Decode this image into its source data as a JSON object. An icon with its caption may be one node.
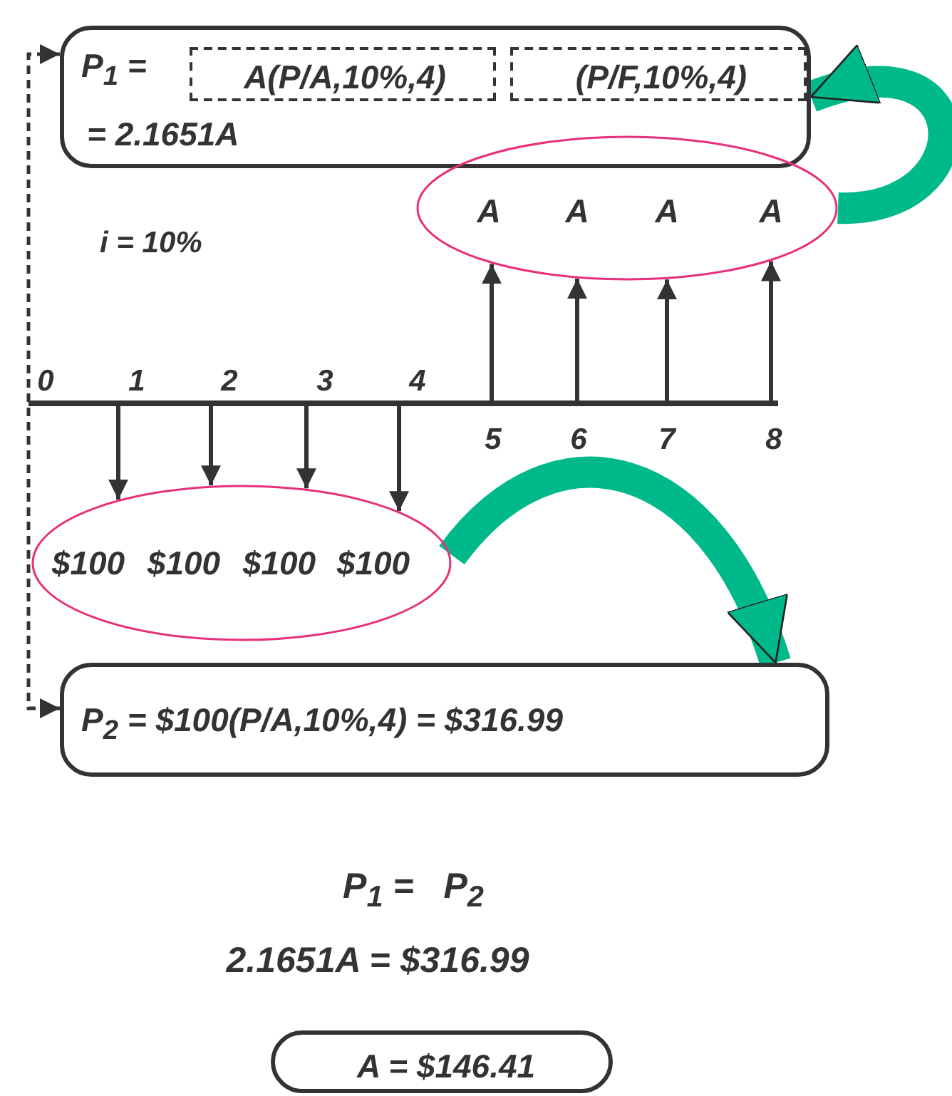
{
  "diagram": {
    "nodes": [
      {
        "text": [
          "P$_{1}$ =",
          "= 2.1651A"
        ]
      },
      {
        "text": [
          "A(P/A,10%,4)"
        ],
        "in": 0
      },
      {
        "text": [
          "(P/F,10%,4)"
        ],
        "in": 0
      },
      {
        "text": [
          "A",
          "A",
          "A",
          "A"
        ]
      },
      {
        "text": [
          "$100",
          "$100",
          "$100",
          "$100"
        ]
      },
      {
        "text": [
          "P$_{2}$ = $100(P/A,10%,4) = $316.99"
        ]
      },
      {
        "text": [
          "A = $146.41"
        ]
      },
      {
        "text": [],
        "shape": "bar"
      }
    ],
    "edges": [
      {
        "from": 3,
        "to": 0,
        "arrow": "to",
        "style": "thick",
        "color": "#00b98a"
      },
      {
        "from": 4,
        "to": 5,
        "arrow": "to",
        "style": "thick",
        "color": "#00b98a"
      },
      {
        "from": 0,
        "to": 5,
        "arrow": "both",
        "style": "dashed"
      },
      {
        "from": 7,
        "to": 3,
        "arrow": "to"
      },
      {
        "from": 7,
        "to": 3,
        "arrow": "to"
      },
      {
        "from": 7,
        "to": 3,
        "arrow": "to"
      },
      {
        "from": 7,
        "to": 3,
        "arrow": "to"
      },
      {
        "from": 7,
        "to": 4,
        "arrow": "to"
      },
      {
        "from": 7,
        "to": 4,
        "arrow": "to"
      },
      {
        "from": 7,
        "to": 4,
        "arrow": "to"
      },
      {
        "from": 7,
        "to": 4,
        "arrow": "to"
      }
    ],
    "labels": [
      "i = 10%",
      "0",
      "1",
      "2",
      "3",
      "4",
      "5",
      "6",
      "7",
      "8",
      "P$_{1}$ =   P$_{2}$",
      "2.1651A = $316.99"
    ]
  }
}
